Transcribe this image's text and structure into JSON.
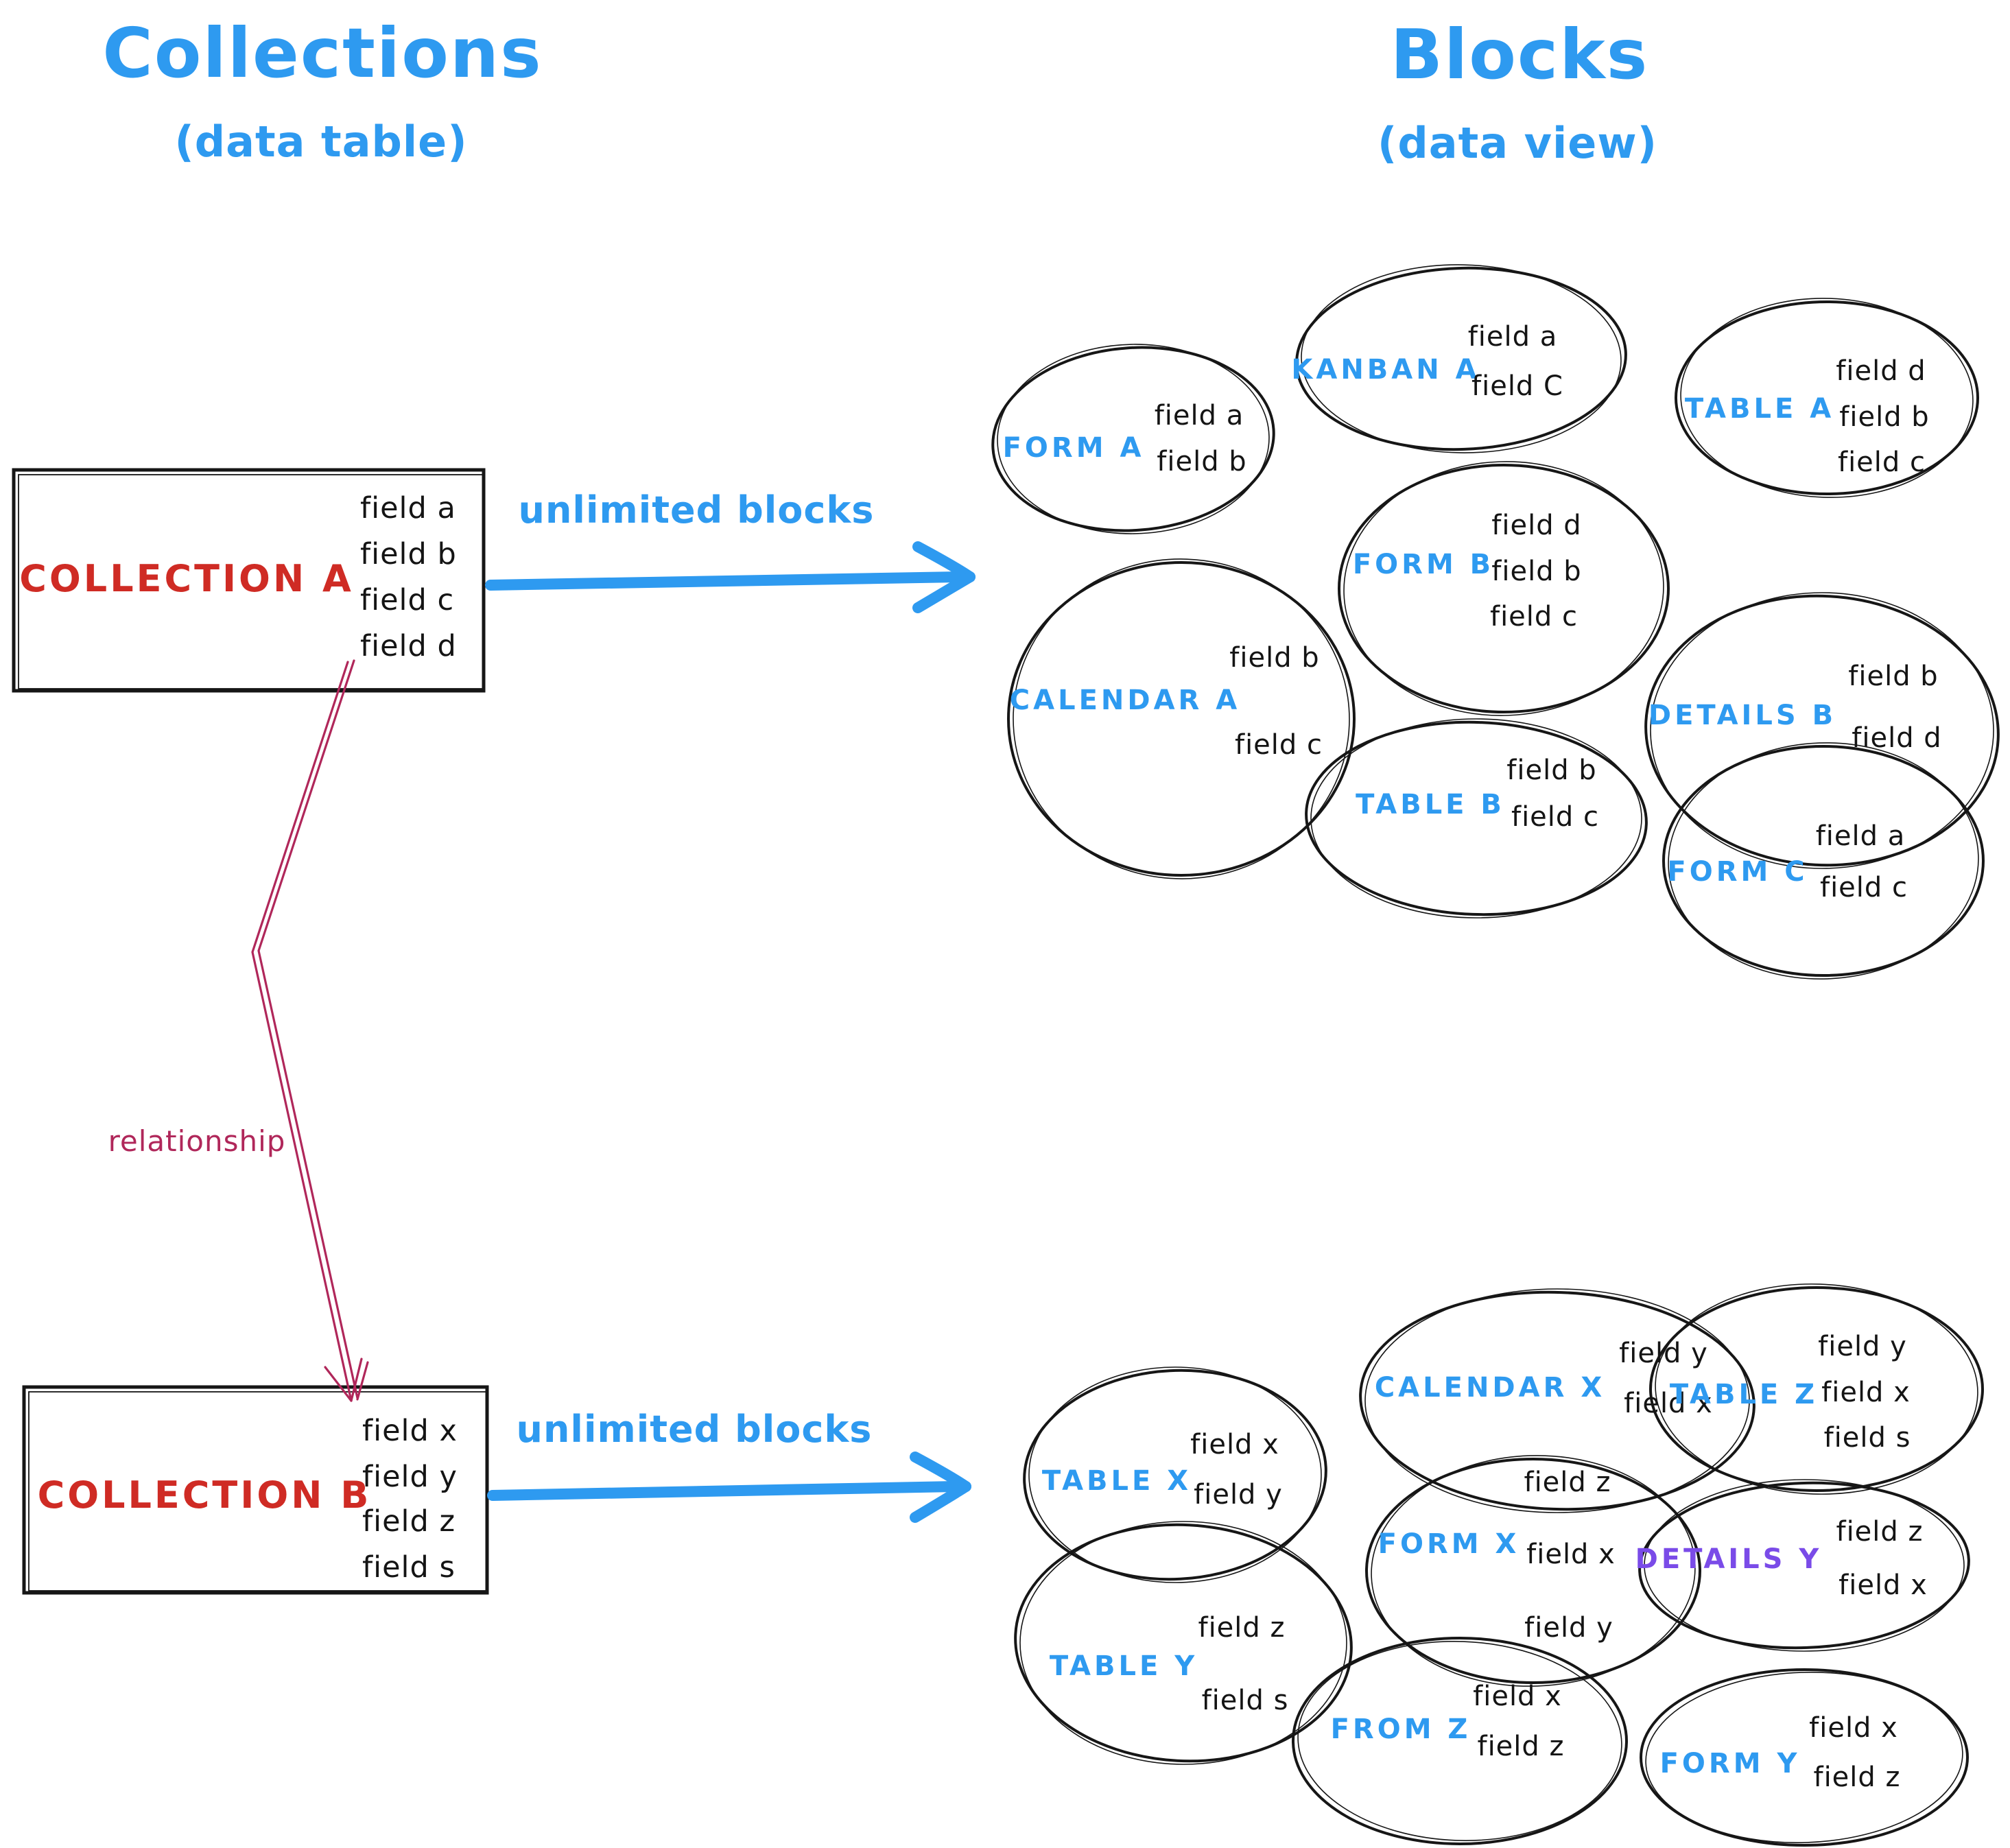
{
  "header": {
    "left_title": "Collections",
    "left_subtitle": "(data table)",
    "right_title": "Blocks",
    "right_subtitle": "(data view)"
  },
  "colors": {
    "accent_blue": "#2e9af0",
    "collection_red": "#cf2b24",
    "relationship_crimson": "#b0275a",
    "details_purple": "#7a4be8",
    "ink_black": "#161616"
  },
  "collection_a": {
    "name": "COLLECTION A",
    "fields": [
      "field a",
      "field b",
      "field c",
      "field d"
    ]
  },
  "collection_b": {
    "name": "COLLECTION B",
    "fields": [
      "field x",
      "field y",
      "field z",
      "field s"
    ]
  },
  "labels": {
    "unlimited_blocks_a": "unlimited blocks",
    "unlimited_blocks_b": "unlimited blocks",
    "relationship": "relationship"
  },
  "blocks_a": [
    {
      "label": "FORM A",
      "fields": [
        "field a",
        "field b"
      ]
    },
    {
      "label": "KANBAN A",
      "fields": [
        "field a",
        "field C"
      ]
    },
    {
      "label": "TABLE A",
      "fields": [
        "field d",
        "field b",
        "field c"
      ]
    },
    {
      "label": "CALENDAR A",
      "fields": [
        "field b",
        "field c"
      ]
    },
    {
      "label": "FORM B",
      "fields": [
        "field d",
        "field b",
        "field c"
      ]
    },
    {
      "label": "DETAILS B",
      "fields": [
        "field b",
        "field d"
      ]
    },
    {
      "label": "TABLE B",
      "fields": [
        "field b",
        "field c"
      ]
    },
    {
      "label": "FORM C",
      "fields": [
        "field a",
        "field c"
      ]
    }
  ],
  "blocks_b": [
    {
      "label": "TABLE X",
      "fields": [
        "field x",
        "field y"
      ]
    },
    {
      "label": "CALENDAR X",
      "fields": [
        "field y",
        "field x"
      ]
    },
    {
      "label": "TABLE Z",
      "fields": [
        "field y",
        "field x",
        "field s"
      ]
    },
    {
      "label": "FORM X",
      "fields": [
        "field z",
        "field x",
        "field y"
      ]
    },
    {
      "label": "TABLE Y",
      "fields": [
        "field z",
        "field s"
      ]
    },
    {
      "label": "DETAILS Y",
      "fields": [
        "field z",
        "field x"
      ]
    },
    {
      "label": "FROM Z",
      "fields": [
        "field x",
        "field z"
      ]
    },
    {
      "label": "FORM Y",
      "fields": [
        "field x",
        "field z"
      ]
    }
  ]
}
